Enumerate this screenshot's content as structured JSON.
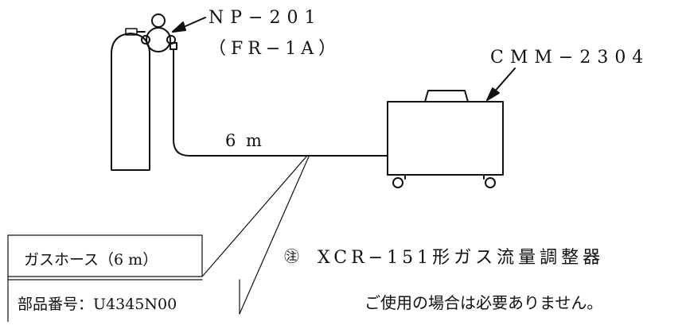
{
  "regulator": {
    "model": "NP−201",
    "alt_model": "（FR−1A）"
  },
  "unit": {
    "model": "CMM−2304"
  },
  "hose": {
    "length_label": "6 m"
  },
  "parts_box": {
    "name": "ガスホース（6 m）",
    "part_number": "部品番号：U4345N00"
  },
  "note": {
    "mark": "㊟",
    "line1": "XCR−151形ガス流量調整器",
    "line2": "ご使用の場合は必要ありません。"
  }
}
